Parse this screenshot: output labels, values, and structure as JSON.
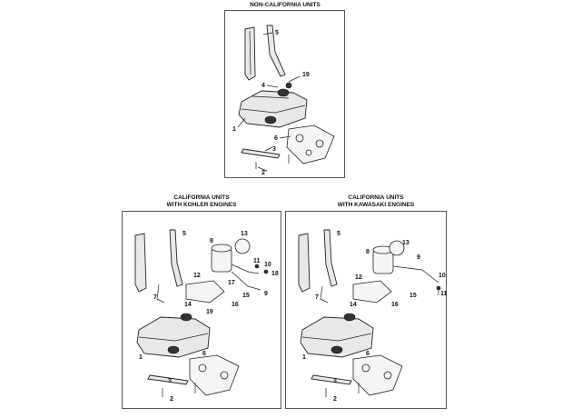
{
  "panels": {
    "top": {
      "heading": "NON-CALIFORNIA UNITS",
      "callouts": [
        "5",
        "19",
        "4",
        "1",
        "6",
        "3",
        "2"
      ]
    },
    "left": {
      "heading_line1": "CALIFORNIA UNITS",
      "heading_line2": "WITH KOHLER ENGINES",
      "callouts": [
        "5",
        "13",
        "8",
        "11",
        "10",
        "18",
        "12",
        "17",
        "7",
        "9",
        "15",
        "14",
        "16",
        "19",
        "1",
        "6",
        "3",
        "2"
      ]
    },
    "right": {
      "heading_line1": "CALIFORNIA UNITS",
      "heading_line2": "WITH KAWASAKI ENGINES",
      "callouts": [
        "5",
        "13",
        "8",
        "9",
        "10",
        "11",
        "12",
        "7",
        "15",
        "14",
        "16",
        "1",
        "6",
        "3",
        "2"
      ]
    }
  }
}
